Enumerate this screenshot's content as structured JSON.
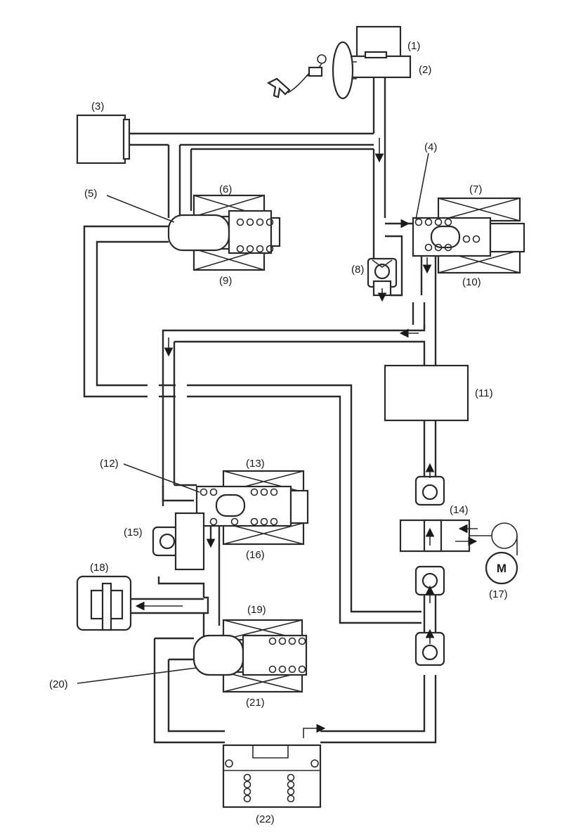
{
  "labels": {
    "l1": "(1)",
    "l2": "(2)",
    "l3": "(3)",
    "l4": "(4)",
    "l5": "(5)",
    "l6": "(6)",
    "l7": "(7)",
    "l8": "(8)",
    "l9": "(9)",
    "l10": "(10)",
    "l11": "(11)",
    "l12": "(12)",
    "l13": "(13)",
    "l14": "(14)",
    "l15": "(15)",
    "l16": "(16)",
    "l17": "(17)",
    "l18": "(18)",
    "l19": "(19)",
    "l20": "(20)",
    "l21": "(21)",
    "l22": "(22)"
  },
  "motor": {
    "letter": "M"
  }
}
